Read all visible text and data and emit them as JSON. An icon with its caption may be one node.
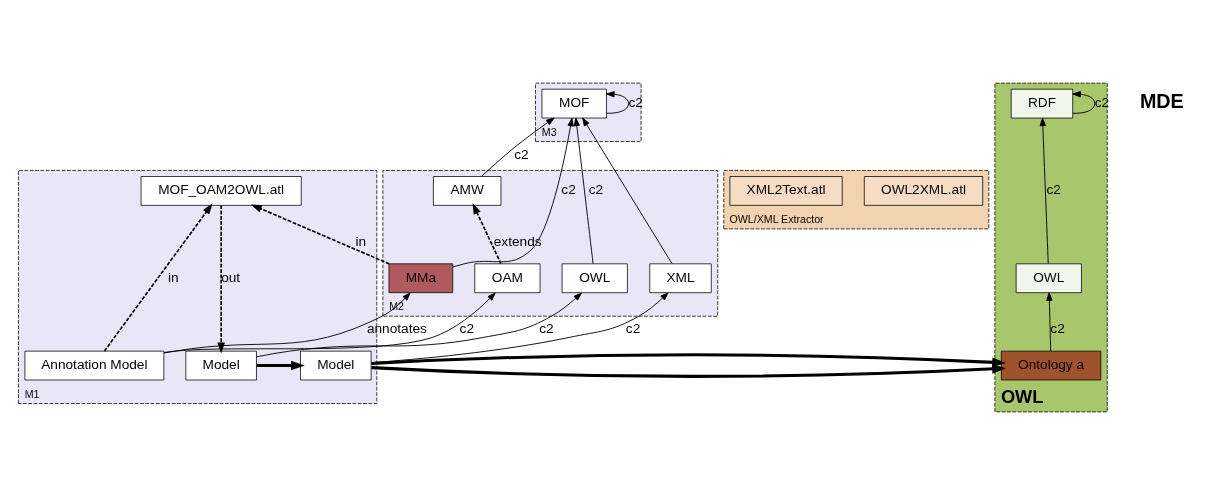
{
  "diagram": {
    "nodes": [
      {
        "text": [
          "M3"
        ]
      },
      {
        "text": [
          "MOF"
        ],
        "in": 0
      },
      {
        "text": [
          "M2"
        ]
      },
      {
        "text": [
          "MMa"
        ],
        "in": 2
      },
      {
        "text": [
          "AMW"
        ],
        "in": 2
      },
      {
        "text": [
          "OAM"
        ],
        "in": 2
      },
      {
        "text": [
          "OWL"
        ],
        "in": 2
      },
      {
        "text": [
          "XML"
        ],
        "in": 2
      },
      {
        "text": [
          "M1"
        ]
      },
      {
        "text": [
          "Annotation Model"
        ],
        "in": 8
      },
      {
        "text": [
          "MOF_OAM2OWL.atl"
        ],
        "in": 8
      },
      {
        "text": [
          "Model"
        ],
        "in": 8
      },
      {
        "text": [
          "Model"
        ],
        "in": 8
      },
      {
        "text": [
          "OWL/XML Extractor"
        ]
      },
      {
        "text": [
          "OWL2XML.atl"
        ],
        "in": 13
      },
      {
        "text": [
          "XML2Text.atl"
        ],
        "in": 13
      },
      {
        "text": [
          "OWL"
        ]
      },
      {
        "text": [
          "RDF"
        ],
        "in": 16
      },
      {
        "text": [
          "OWL"
        ],
        "in": 16
      },
      {
        "text": [
          "Ontology a"
        ],
        "in": 16
      }
    ],
    "edges": [
      {
        "from": 1,
        "to": 1,
        "arrow": "to",
        "label": "c2"
      },
      {
        "from": 3,
        "to": 1,
        "arrow": "to",
        "label": "c2"
      },
      {
        "from": 4,
        "to": 1,
        "arrow": "to",
        "label": "c2"
      },
      {
        "from": 6,
        "to": 1,
        "arrow": "to",
        "label": "c2"
      },
      {
        "from": 7,
        "to": 1,
        "arrow": "to"
      },
      {
        "from": 5,
        "to": 4,
        "arrow": "to",
        "label": "extends",
        "style": "dashed"
      },
      {
        "from": 9,
        "to": 3,
        "arrow": "to",
        "label": "annotates"
      },
      {
        "from": 9,
        "to": 5,
        "arrow": "to",
        "label": "c2"
      },
      {
        "from": 9,
        "to": 10,
        "arrow": "to",
        "label": "in",
        "style": "dashed"
      },
      {
        "from": 3,
        "to": 10,
        "arrow": "to",
        "label": "in",
        "style": "dashed"
      },
      {
        "from": 10,
        "to": 11,
        "arrow": "to",
        "label": "out",
        "style": "dashed"
      },
      {
        "from": 11,
        "to": 6,
        "arrow": "to",
        "label": "c2"
      },
      {
        "from": 12,
        "to": 7,
        "arrow": "to",
        "label": "c2"
      },
      {
        "from": 11,
        "to": 12,
        "arrow": "to",
        "style": "thick"
      },
      {
        "from": 12,
        "to": 19,
        "arrow": "to",
        "style": "thick"
      },
      {
        "from": 19,
        "to": 18,
        "arrow": "to",
        "label": "c2"
      },
      {
        "from": 18,
        "to": 17,
        "arrow": "to",
        "label": "c2"
      },
      {
        "from": 17,
        "to": 17,
        "arrow": "to",
        "label": "c2"
      }
    ],
    "labels": [
      "MDE"
    ]
  }
}
